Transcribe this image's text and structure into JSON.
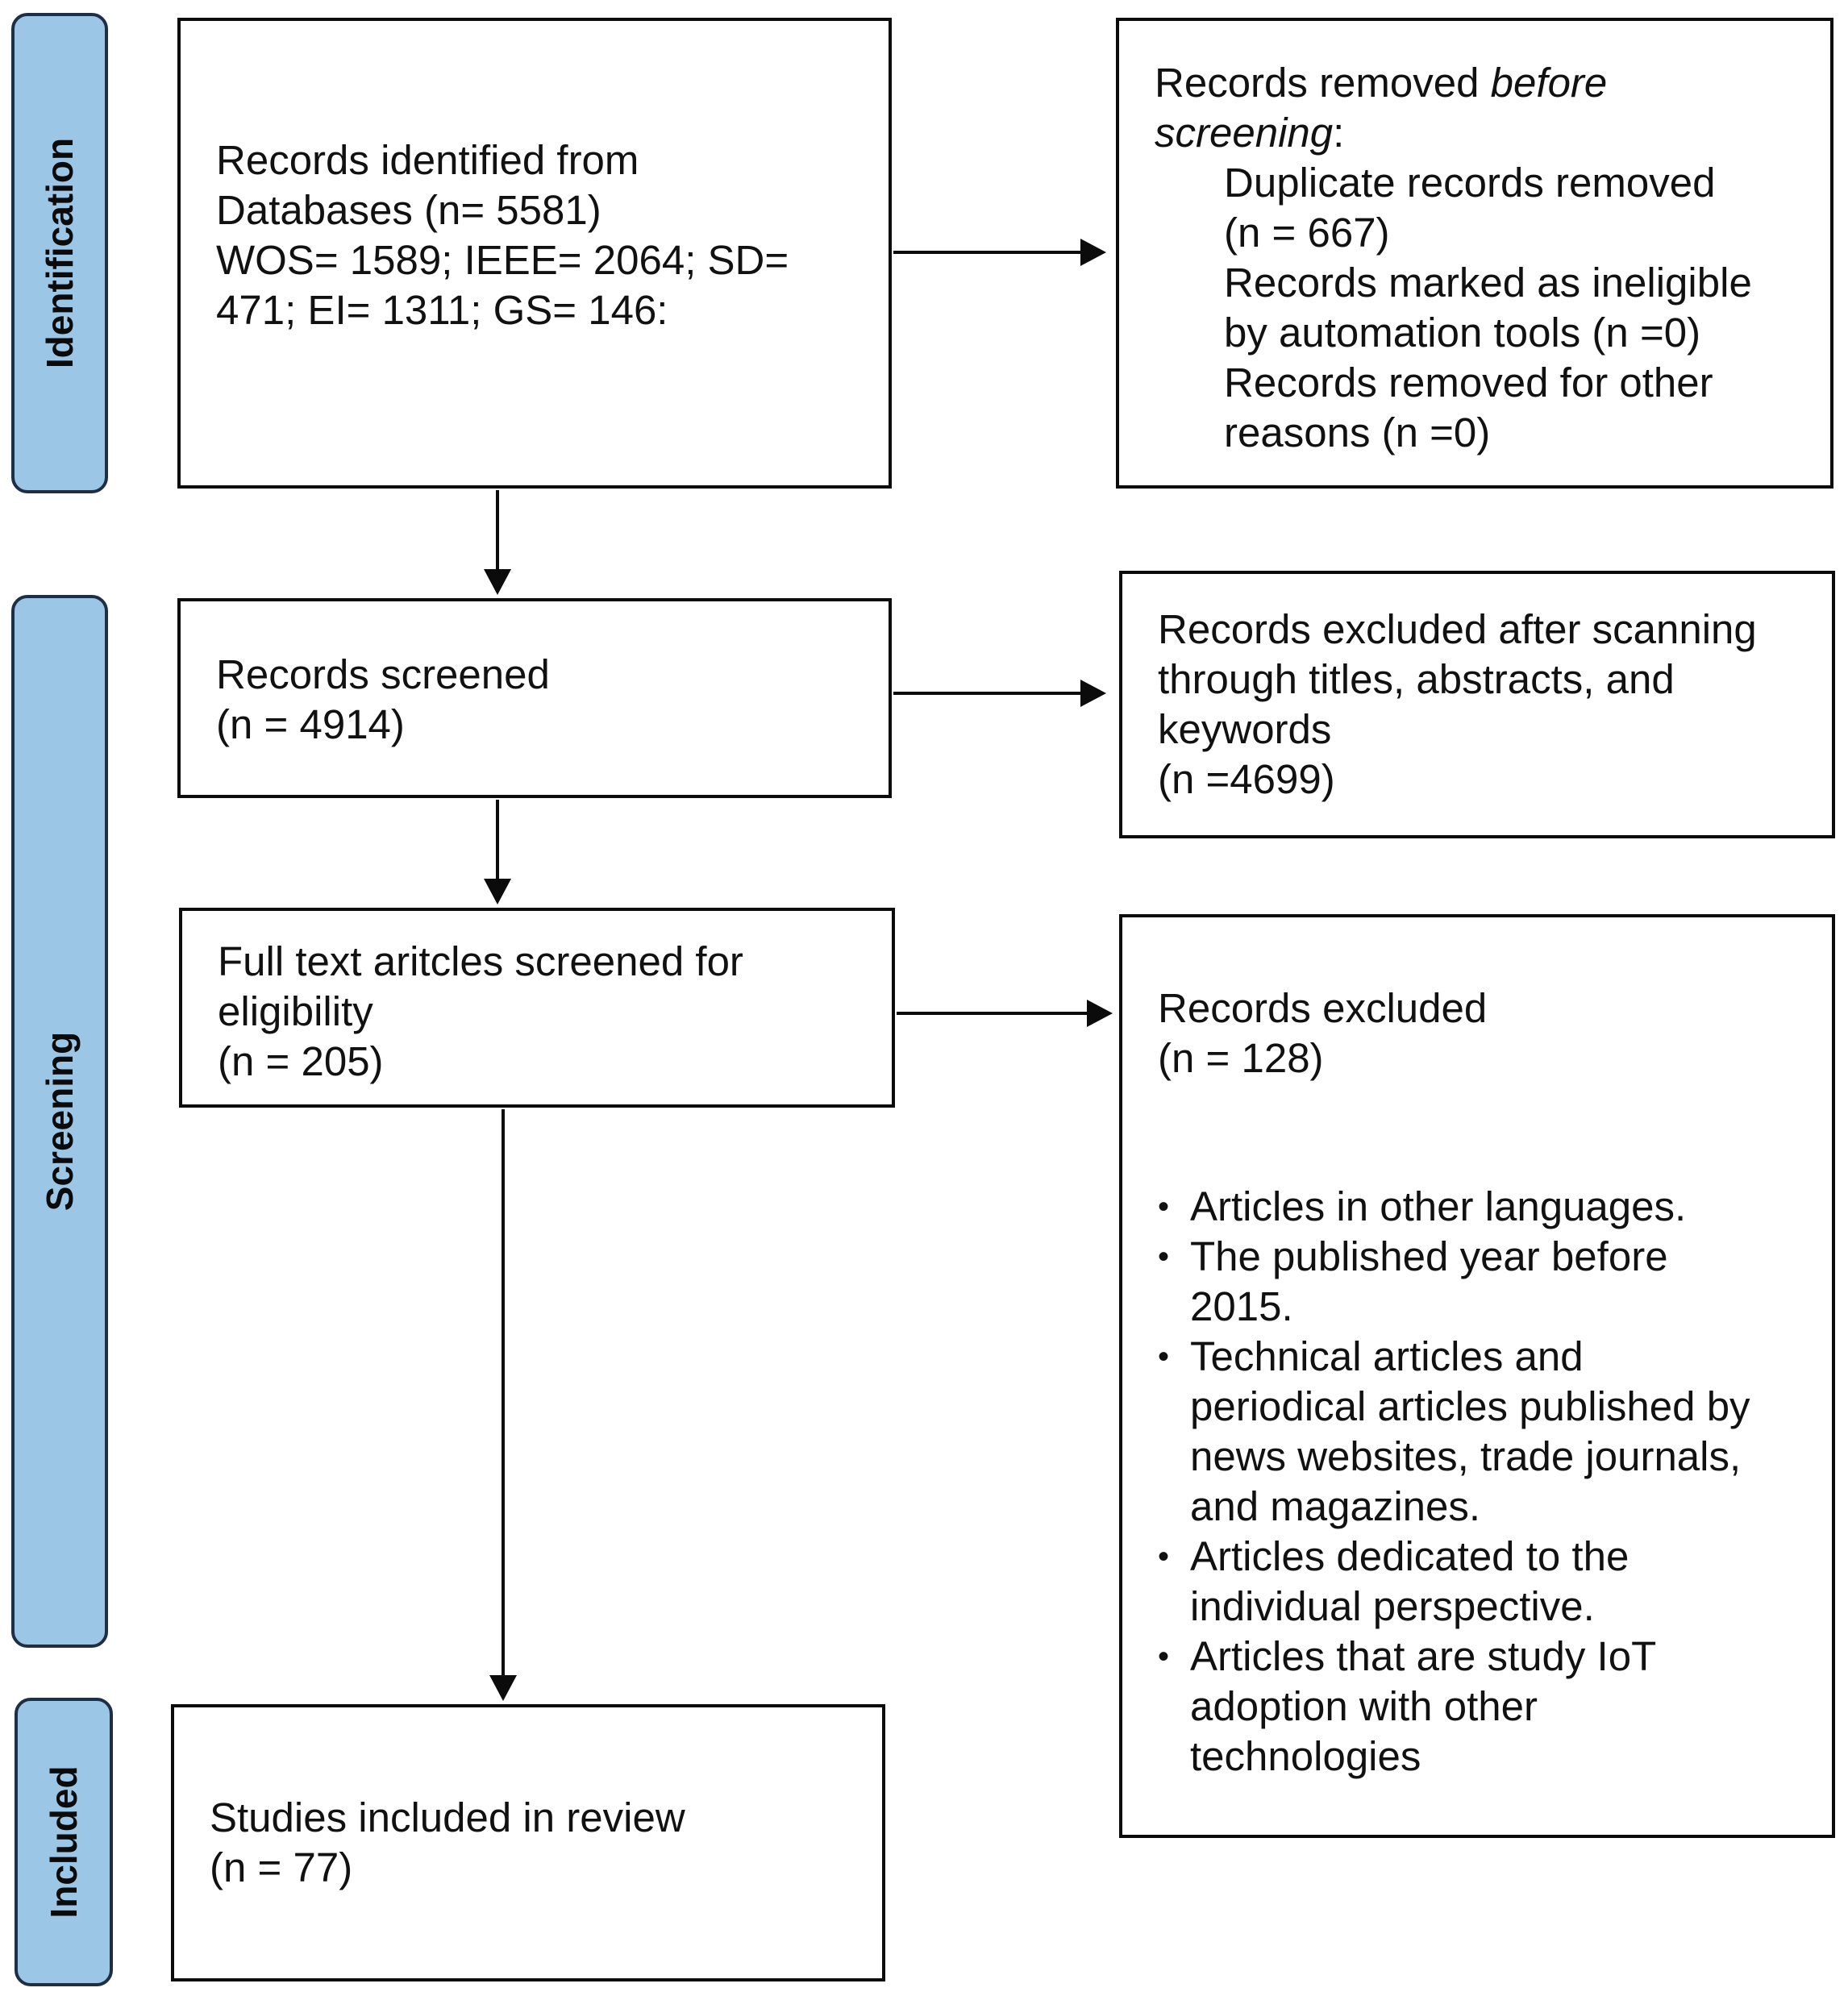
{
  "phases": {
    "identification": "Identification",
    "screening": "Screening",
    "included": "Included"
  },
  "boxes": {
    "identified": {
      "lines": [
        "Records identified from",
        "Databases (n= 5581)",
        "WOS= 1589; IEEE= 2064; SD=",
        "471; EI= 1311; GS= 146:"
      ]
    },
    "removed_before": {
      "heading_plain": "Records removed ",
      "heading_italic_1": "before",
      "heading_italic_2": "screening",
      "heading_colon": ":",
      "items": [
        "Duplicate records removed",
        "(n = 667)",
        "Records marked as ineligible",
        "by automation tools (n =0)",
        "Records removed for other",
        "reasons (n =0)"
      ]
    },
    "screened": {
      "lines": [
        "Records screened",
        "(n = 4914)"
      ]
    },
    "excluded_scan": {
      "lines": [
        "Records excluded after scanning",
        "through titles, abstracts, and",
        "keywords",
        "(n =4699)"
      ]
    },
    "fulltext": {
      "lines": [
        "Full text aritcles screened for",
        "eligibility",
        "(n = 205)"
      ]
    },
    "excluded": {
      "lines": [
        "Records excluded",
        "(n = 128)"
      ],
      "bullets": [
        [
          "Articles in other languages."
        ],
        [
          "The published year before",
          "2015."
        ],
        [
          "Technical articles and",
          "periodical articles published by",
          "news websites, trade journals,",
          "and magazines."
        ],
        [
          "Articles dedicated to the",
          "individual perspective."
        ],
        [
          "Articles that are study IoT",
          "adoption with other",
          "technologies"
        ]
      ]
    },
    "included": {
      "lines": [
        "Studies included in review",
        "(n = 77)"
      ]
    }
  }
}
